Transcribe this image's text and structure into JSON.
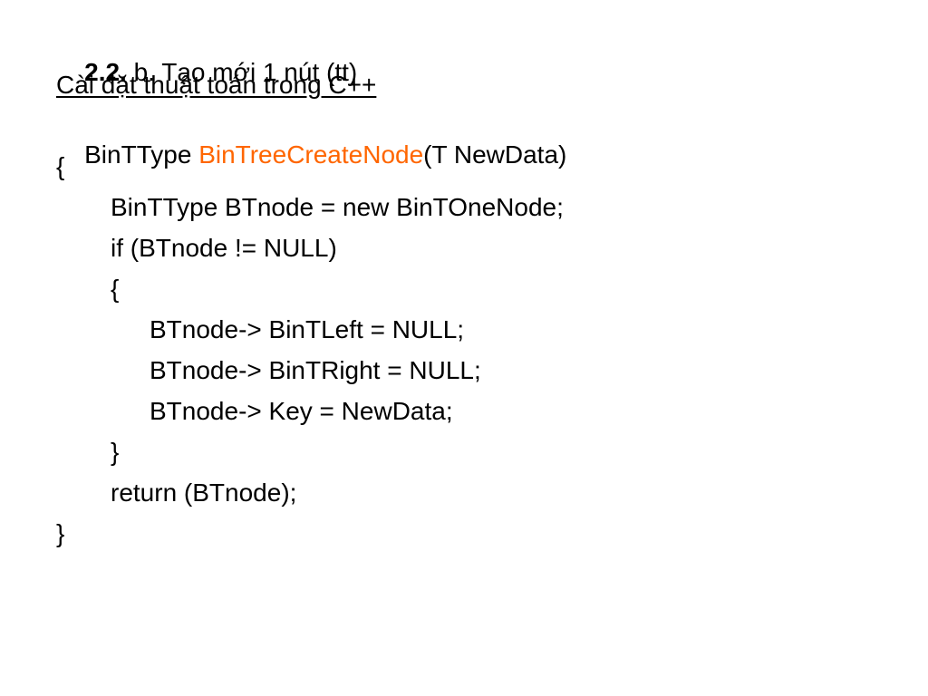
{
  "heading": {
    "number": "2.2.",
    "text": " b. Tạo mới 1 nút (tt)"
  },
  "subheading": "Cài đặt thuật toán trong C++",
  "signature": {
    "return_type": "BinTType ",
    "function_name": "BinTreeCreateNode",
    "params": "(T NewData)"
  },
  "code_lines": {
    "open_brace": "{",
    "declare": "BinTType BTnode = new BinTOneNode;",
    "if_stmt": "if (BTnode != NULL)",
    "inner_open": "{",
    "left": "BTnode-> BinTLeft = NULL;",
    "right": "BTnode-> BinTRight = NULL;",
    "key": "BTnode-> Key = NewData;",
    "inner_close": "}",
    "return_stmt": "return (BTnode);",
    "close_brace": "}"
  },
  "colors": {
    "accent": "#ff6600",
    "text": "#000000",
    "background": "#ffffff"
  }
}
